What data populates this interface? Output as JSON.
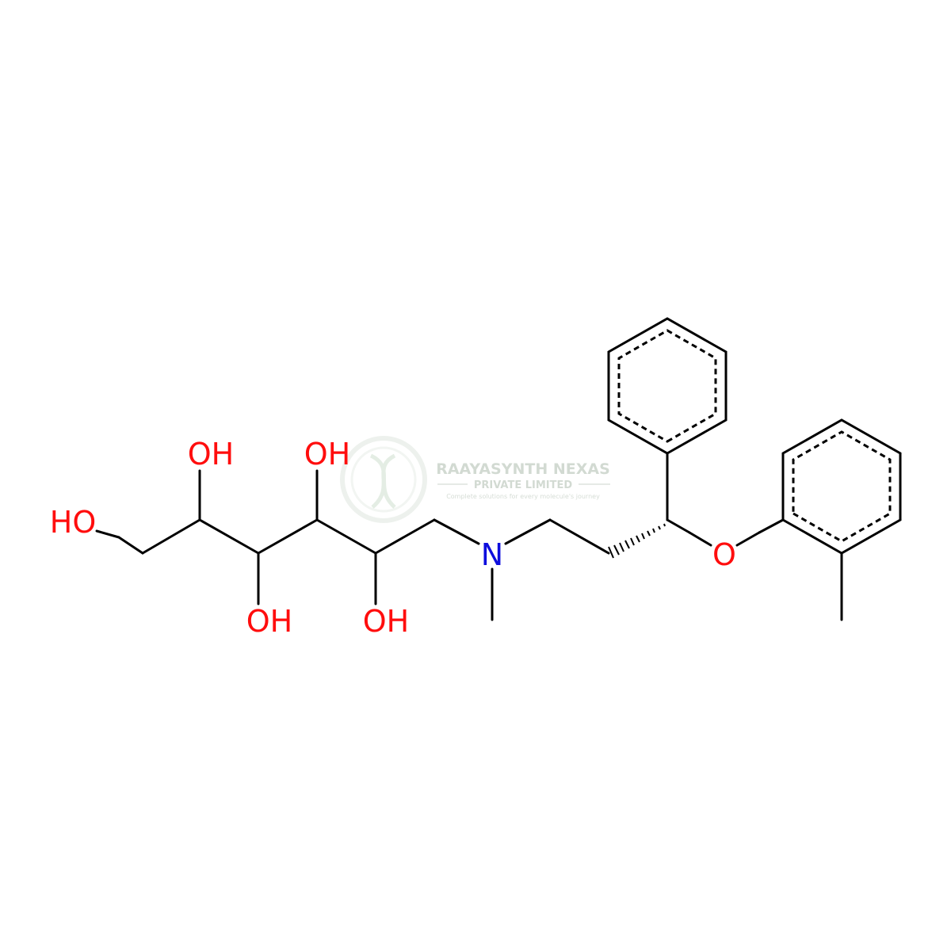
{
  "colors": {
    "bond": "#000000",
    "oxygen": "#ff0d0d",
    "nitrogen": "#0d0ddd",
    "watermark": "#c9d8c9"
  },
  "watermark": {
    "name": "RAAYASYNTH NEXAS",
    "sub": "PRIVATE LIMITED",
    "tagline": "Complete solutions for every molecule's journey"
  },
  "labels": {
    "ho_terminal": "HO",
    "oh_1": "OH",
    "oh_2": "OH",
    "oh_3": "OH",
    "oh_4": "OH",
    "nitrogen": "N",
    "ether_oxygen": "O"
  }
}
